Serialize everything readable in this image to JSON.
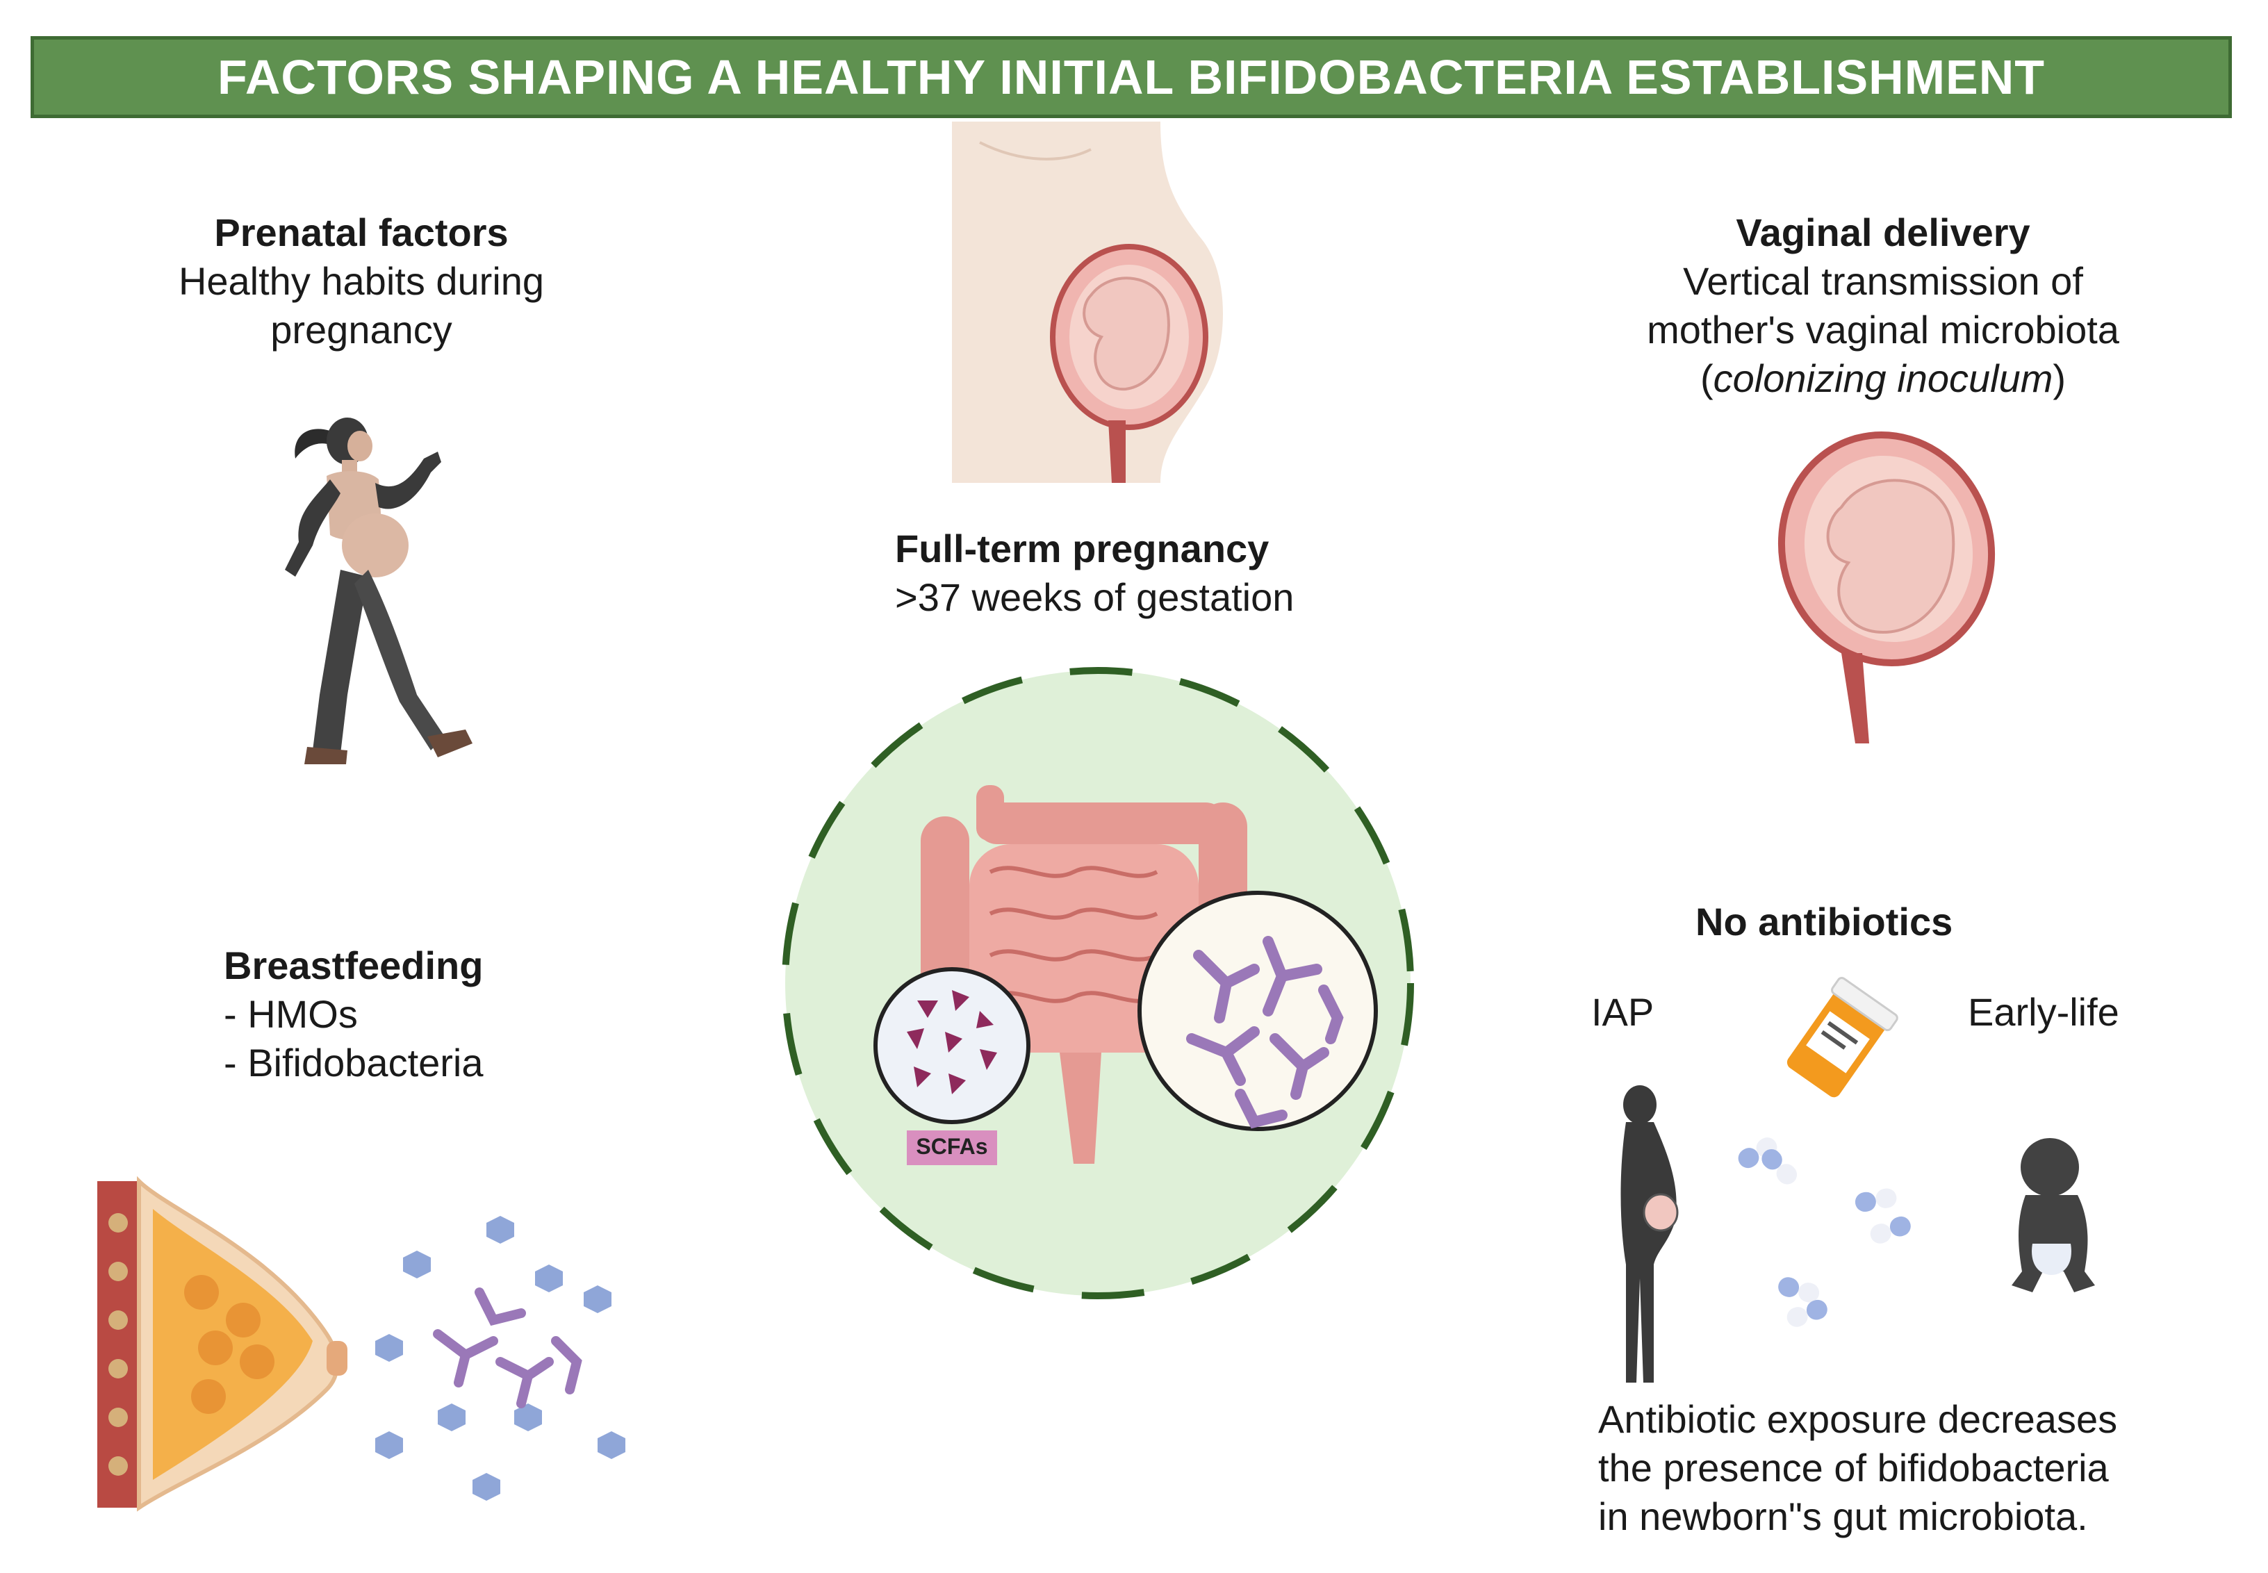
{
  "title": "FACTORS SHAPING A HEALTHY INITIAL BIFIDOBACTERIA ESTABLISHMENT",
  "prenatal": {
    "heading": "Prenatal factors",
    "line1": "Healthy habits during",
    "line2": "pregnancy"
  },
  "vaginal": {
    "heading": "Vaginal delivery",
    "line1": "Vertical transmission of",
    "line2": "mother's vaginal microbiota",
    "paren_open": "(",
    "italic": "colonizing inoculum",
    "paren_close": ")"
  },
  "fullterm": {
    "heading": "Full-term pregnancy",
    "line1": ">37 weeks of gestation"
  },
  "breastfeeding": {
    "heading": "Breastfeeding",
    "item1": "- HMOs",
    "item2": "- Bifidobacteria"
  },
  "antibiotics": {
    "heading": "No antibiotics",
    "label_left": "IAP",
    "label_right": "Early-life",
    "caption1": "Antibiotic exposure decreases",
    "caption2": "the presence of bifidobacteria",
    "caption3": "in newborn\"s gut microbiota."
  },
  "scfa_label": "SCFAs",
  "colors": {
    "banner": "#5f9150",
    "circle_fill": "#dff0d8",
    "circle_border": "#2f5f24",
    "bifido": "#9a78b8",
    "hmo": "#8fa6d8",
    "scfa": "#8e2a5c",
    "pill_blue": "#9fb3e3",
    "intestine": "#e59a93"
  }
}
